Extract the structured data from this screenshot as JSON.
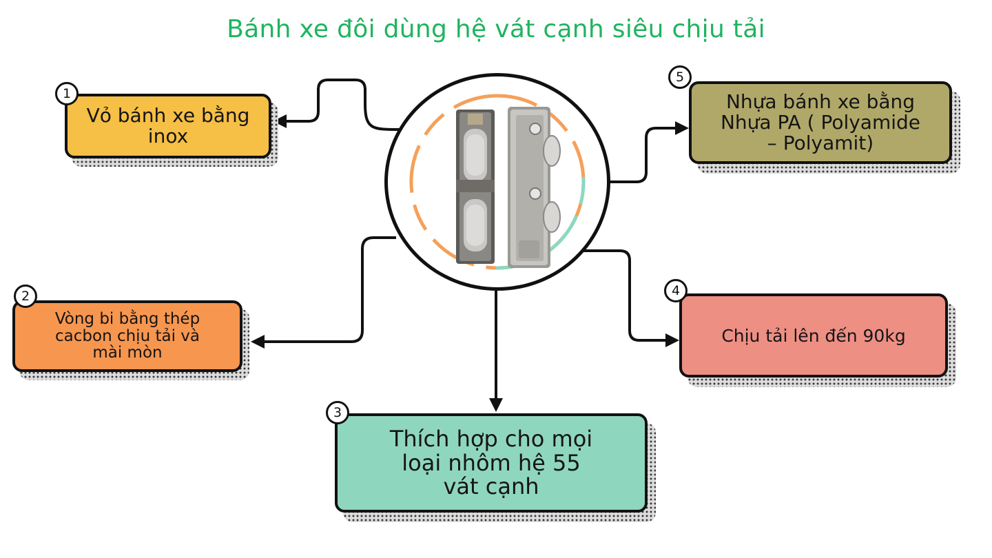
{
  "title": "Bánh xe đôi dùng hệ vát cạnh siêu chịu tải",
  "center_image": {
    "description_icon": "double-roller-wheel-icon",
    "accent_colors": [
      "#f5a05a",
      "#8dd8c0"
    ]
  },
  "items": [
    {
      "number": "1",
      "lines": [
        "Vỏ bánh xe bằng",
        "inox"
      ],
      "color": "#f6bf45"
    },
    {
      "number": "2",
      "lines": [
        "Vòng bi bằng thép",
        "cacbon chịu tải và",
        "mài mòn"
      ],
      "color": "#f7964f"
    },
    {
      "number": "3",
      "lines": [
        "Thích hợp cho mọi",
        "loại nhôm hệ 55",
        "vát cạnh"
      ],
      "color": "#8fd6be"
    },
    {
      "number": "4",
      "lines": [
        "Chịu tải lên đến 90kg"
      ],
      "color": "#ee8f84"
    },
    {
      "number": "5",
      "lines": [
        "Nhựa bánh xe bằng",
        "Nhựa PA ( Polyamide",
        "– Polyamit)"
      ],
      "color": "#b0a869"
    }
  ],
  "colors": {
    "title": "#1fb45f",
    "outline": "#111111"
  }
}
